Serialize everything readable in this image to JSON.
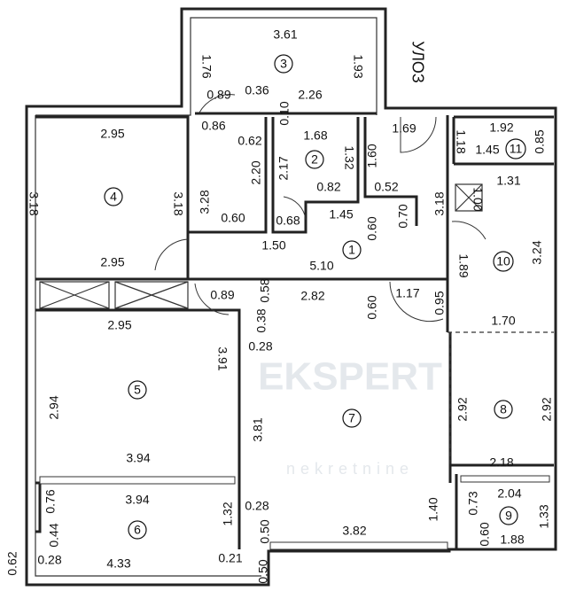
{
  "street_label": "УЛОЗ",
  "watermark": {
    "brand": "EKSPERT",
    "sub": "nekretnine"
  },
  "rooms": [
    "1",
    "2",
    "3",
    "4",
    "5",
    "6",
    "7",
    "8",
    "9",
    "10",
    "11"
  ],
  "labels": {
    "r3": [
      "3.61",
      "1.76",
      "1.93",
      "0.89",
      "0.36",
      "2.26",
      "0.10"
    ],
    "r4": [
      "2.95",
      "3.18",
      "3.18",
      "2.95"
    ],
    "hall": [
      "0.86",
      "0.62",
      "3.28",
      "2.20",
      "0.60",
      "2.17",
      "1.68",
      "1.32",
      "0.82",
      "1.69",
      "1.60",
      "0.52",
      "0.68",
      "1.45",
      "0.60",
      "0.70",
      "3.18",
      "1.50",
      "5.10"
    ],
    "r11": [
      "1.92",
      "1.18",
      "1.45",
      "0.85"
    ],
    "r10": [
      "1.31",
      "1.00",
      "3.24",
      "1.89",
      "1.70"
    ],
    "hall2": [
      "0.89",
      "0.58",
      "0.38",
      "2.82",
      "0.60",
      "1.17",
      "0.95",
      "0.28"
    ],
    "r5": [
      "2.95",
      "3.91",
      "2.94",
      "3.94"
    ],
    "r7": [
      "3.81",
      "0.28",
      "0.50",
      "3.82",
      "1.40"
    ],
    "r8": [
      "2.92",
      "2.92",
      "2.18"
    ],
    "r9": [
      "2.04",
      "0.73",
      "1.33",
      "0.60",
      "1.88"
    ],
    "r6": [
      "3.94",
      "0.76",
      "0.44",
      "1.32",
      "0.28",
      "4.33",
      "0.21",
      "0.62",
      "0.50"
    ]
  }
}
